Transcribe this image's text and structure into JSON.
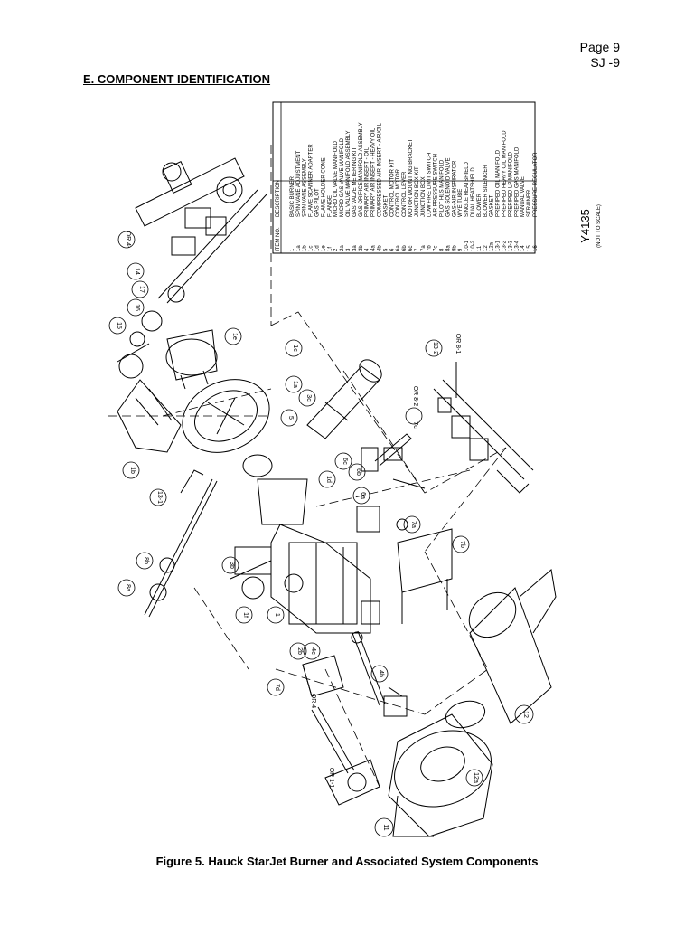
{
  "header": {
    "page": "Page 9",
    "doc_code": "SJ -9"
  },
  "section_title": "E.   COMPONENT IDENTIFICATION",
  "figure": {
    "caption": "Figure 5. Hauck StarJet Burner and Associated System Components",
    "drawing_number": "Y4135",
    "scale_note": "(NOT TO SCALE)",
    "parts_table": {
      "headers": [
        "ITEM NO.",
        "DESCRIPTION"
      ],
      "rows": [
        [
          "1",
          "BASIC BURNER"
        ],
        [
          "1a",
          "SPIN VANE ADJUSTMENT"
        ],
        [
          "1b",
          "SPIN VANE ASSEMBLY"
        ],
        [
          "1c",
          "FLAME SCANNER ADAPTER"
        ],
        [
          "1d",
          "GAS PILOT"
        ],
        [
          "1e",
          "FLAME HOLDER CONE"
        ],
        [
          "1f",
          "FLANGE"
        ],
        [
          "2",
          "MICRO OIL VALVE MANIFOLD"
        ],
        [
          "2a",
          "MICRO GAS VALVE MANIFOLD"
        ],
        [
          "3",
          "OIL VALVE MANIFOLD ASSEMBLY"
        ],
        [
          "3a",
          "GAS VALVE METERING KIT"
        ],
        [
          "3b",
          "GAS ORIFICE MANIFOLD ASSEMBLY"
        ],
        [
          "4",
          "PRIMARY AIR INSERT - OIL"
        ],
        [
          "4a",
          "PRIMARY AIR INSERT - HEAVY OIL"
        ],
        [
          "4b",
          "COMPRESSED AIR INSERT - AIR/OIL"
        ],
        [
          "5",
          "GASKET"
        ],
        [
          "6",
          "CONTROL MOTOR KIT"
        ],
        [
          "6a",
          "CONTROL MOTOR"
        ],
        [
          "6b",
          "CONTROL LEVER"
        ],
        [
          "6c",
          "MOTOR MOUNTING BRACKET"
        ],
        [
          "7",
          "JUNCTION BOX KIT"
        ],
        [
          "7a",
          "JUNCTION BOX"
        ],
        [
          "7b",
          "LOW FIRE LIMIT SWITCH"
        ],
        [
          "7c",
          "AIR PRESSURE SWITCH"
        ],
        [
          "8",
          "PILOT HLS MANIFOLD"
        ],
        [
          "8a",
          "GAS SOLENOID VALVE"
        ],
        [
          "8b",
          "GAS-AIR INSPIRATOR"
        ],
        [
          "9",
          "WYE TUBE"
        ],
        [
          "10-1",
          "SINGLE HEATSHIELD"
        ],
        [
          "10-2",
          "DUAL HEATSHIELD"
        ],
        [
          "11",
          "BLOWER"
        ],
        [
          "12",
          "BLOWER SILENCER"
        ],
        [
          "12a",
          "GASKET"
        ],
        [
          "13-1",
          "PREPIPED OIL MANIFOLD"
        ],
        [
          "13-2",
          "PREPIPED HEAVY OIL MANIFOLD"
        ],
        [
          "13-3",
          "PREPIPED LP MANIFOLD"
        ],
        [
          "13-4",
          "PREPIPED GAS MANIFOLD"
        ],
        [
          "14",
          "MANUAL VALVE"
        ],
        [
          "15",
          "STRAINER"
        ],
        [
          "16",
          "PRESSURE REGULATOR"
        ]
      ]
    },
    "callouts": [
      "OR 4-",
      "14",
      "17",
      "15",
      "16",
      "1e",
      "1c",
      "1a",
      "1b",
      "5",
      "3c",
      "1d",
      "6b",
      "6a",
      "6c",
      "7a",
      "7c",
      "OR 8-2",
      "OR 8-1",
      "13-2",
      "13-1",
      "8b",
      "8a",
      "3b",
      "1f",
      "1",
      "7b",
      "2b",
      "4b",
      "7d",
      "OR 4",
      "4c",
      "12",
      "12a",
      "11",
      "OR 1-1"
    ]
  }
}
